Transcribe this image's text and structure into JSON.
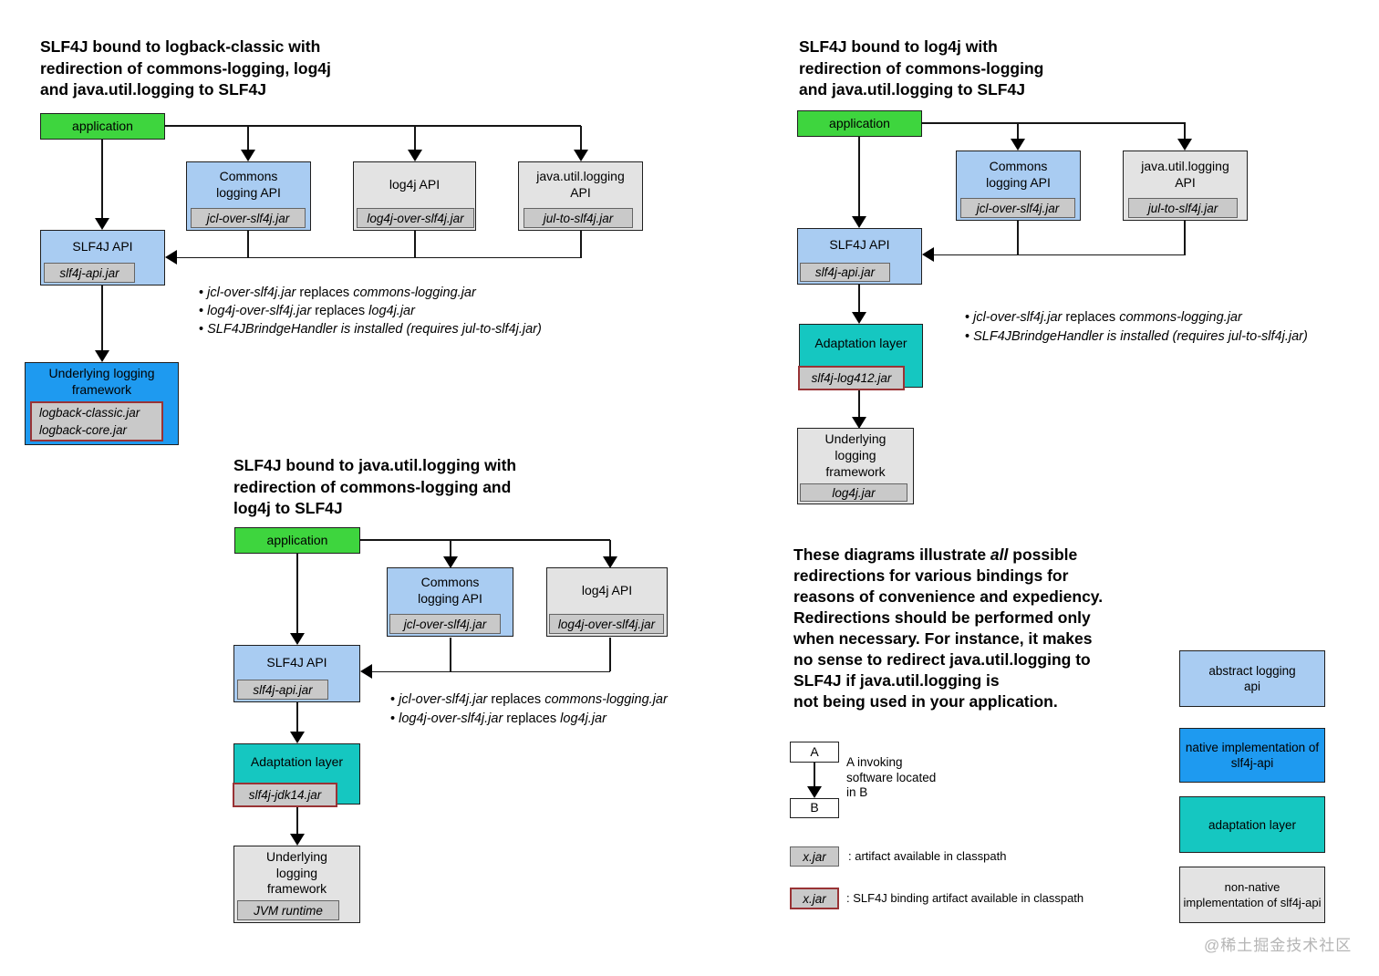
{
  "colors": {
    "green": "#3ed53e",
    "light_blue": "#a9ccf2",
    "blue": "#1e9af0",
    "teal": "#15c7c1",
    "gray_box": "#e3e3e3",
    "tag_gray": "#c9c9c9",
    "red_border": "#993335",
    "white": "#ffffff"
  },
  "d1": {
    "title": [
      "SLF4J bound to logback-classic with",
      "redirection of commons-logging, log4j",
      "and java.util.logging to SLF4J"
    ],
    "app": "application",
    "commons_label": "Commons logging API",
    "commons_jar": "jcl-over-slf4j.jar",
    "log4j_label": "log4j API",
    "log4j_jar": "log4j-over-slf4j.jar",
    "jul_label": "java.util.logging API",
    "jul_jar": "jul-to-slf4j.jar",
    "slf4j_label": "SLF4J API",
    "slf4j_jar": "slf4j-api.jar",
    "underlying_label": "Underlying logging framework",
    "underlying_jars": [
      "logback-classic.jar",
      "logback-core.jar"
    ],
    "bullets": [
      [
        [
          "• ",
          0
        ],
        [
          "jcl-over-slf4j.jar",
          1
        ],
        [
          " replaces ",
          0
        ],
        [
          "commons-logging.jar",
          1
        ]
      ],
      [
        [
          "• ",
          0
        ],
        [
          "log4j-over-slf4j.jar",
          1
        ],
        [
          " replaces ",
          0
        ],
        [
          "log4j.jar",
          1
        ]
      ],
      [
        [
          "• ",
          0
        ],
        [
          "SLF4JBrindgeHandler is installed (requires jul-to-slf4j.jar)",
          1
        ]
      ]
    ]
  },
  "d2": {
    "title": [
      "SLF4J bound to log4j with",
      "redirection of commons-logging",
      "and java.util.logging to SLF4J"
    ],
    "app": "application",
    "commons_label": "Commons logging API",
    "commons_jar": "jcl-over-slf4j.jar",
    "jul_label": "java.util.logging API",
    "jul_jar": "jul-to-slf4j.jar",
    "slf4j_label": "SLF4J API",
    "slf4j_jar": "slf4j-api.jar",
    "adaptation_label": "Adaptation layer",
    "adaptation_jar": "slf4j-log412.jar",
    "underlying_label": "Underlying logging framework",
    "underlying_jar": "log4j.jar",
    "bullets": [
      [
        [
          "• ",
          0
        ],
        [
          "jcl-over-slf4j.jar",
          1
        ],
        [
          " replaces ",
          0
        ],
        [
          "commons-logging.jar",
          1
        ]
      ],
      [
        [
          "• ",
          0
        ],
        [
          "SLF4JBrindgeHandler is installed (requires jul-to-slf4j.jar)",
          1
        ]
      ]
    ]
  },
  "d3": {
    "title": [
      "SLF4J bound to java.util.logging with",
      "redirection of commons-logging and",
      "log4j to SLF4J"
    ],
    "app": "application",
    "commons_label": "Commons logging API",
    "commons_jar": "jcl-over-slf4j.jar",
    "log4j_label": "log4j API",
    "log4j_jar": "log4j-over-slf4j.jar",
    "slf4j_label": "SLF4J API",
    "slf4j_jar": "slf4j-api.jar",
    "adaptation_label": "Adaptation layer",
    "adaptation_jar": "slf4j-jdk14.jar",
    "underlying_label": "Underlying logging framework",
    "underlying_jar": "JVM runtime",
    "bullets": [
      [
        [
          "• ",
          0
        ],
        [
          "jcl-over-slf4j.jar",
          1
        ],
        [
          " replaces ",
          0
        ],
        [
          "commons-logging.jar",
          1
        ]
      ],
      [
        [
          "• ",
          0
        ],
        [
          "log4j-over-slf4j.jar",
          1
        ],
        [
          " replaces ",
          0
        ],
        [
          "log4j.jar",
          1
        ]
      ]
    ]
  },
  "note": [
    [
      [
        "These diagrams illustrate ",
        0
      ],
      [
        "all",
        1
      ],
      [
        " possible",
        0
      ]
    ],
    [
      [
        "redirections for various bindings for",
        0
      ]
    ],
    [
      [
        "reasons of convenience and expediency.",
        0
      ]
    ],
    [
      [
        "Redirections should be performed only",
        0
      ]
    ],
    [
      [
        "when necessary. For instance, it makes",
        0
      ]
    ],
    [
      [
        "no sense to redirect java.util.logging to",
        0
      ]
    ],
    [
      [
        "SLF4J if java.util.logging is",
        0
      ]
    ],
    [
      [
        "not being used in your application.",
        0
      ]
    ]
  ],
  "legend": {
    "a": "A",
    "b": "B",
    "ab_caption": [
      "A invoking",
      "software located",
      "in B"
    ],
    "xjar": "x.jar",
    "artifact_caption": ": artifact available in classpath",
    "binding_caption": ": SLF4J binding artifact available in classpath"
  },
  "color_key": {
    "abstract": "abstract logging api",
    "native": "native implementation of slf4j-api",
    "adaptation": "adaptation layer",
    "non_native": "non-native implementation of slf4j-api"
  },
  "watermark": "@稀土掘金技术社区"
}
